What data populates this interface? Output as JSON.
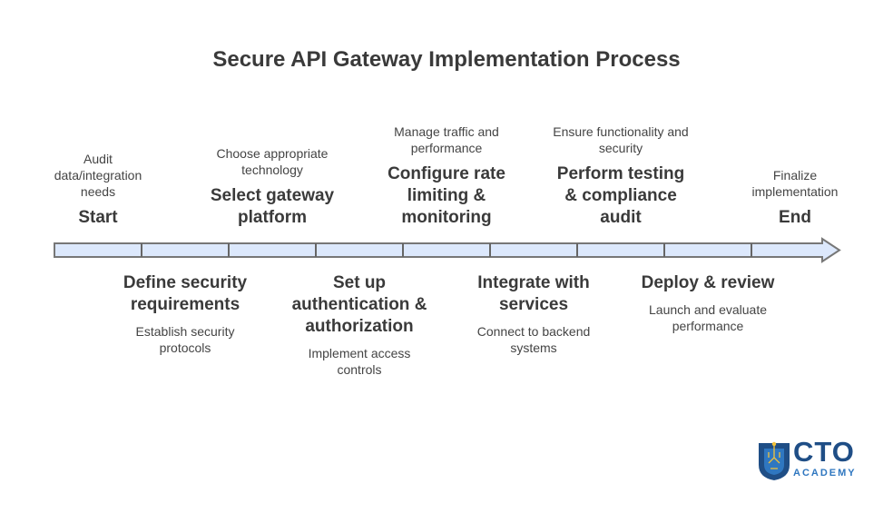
{
  "title": "Secure API Gateway Implementation Process",
  "colors": {
    "bar_fill": "#dce8fc",
    "bar_stroke": "#777777",
    "text": "#444444",
    "logo_dark": "#1f4e86",
    "logo_light": "#2f77c0"
  },
  "steps_above": [
    {
      "desc": "Audit data/integration needs",
      "head": "Start"
    },
    {
      "desc": "Choose appropriate technology",
      "head": "Select gateway platform"
    },
    {
      "desc": "Manage traffic and performance",
      "head": "Configure rate limiting & monitoring"
    },
    {
      "desc": "Ensure functionality and security",
      "head": "Perform testing & compliance audit"
    },
    {
      "desc": "Finalize implementation",
      "head": "End"
    }
  ],
  "steps_below": [
    {
      "head": "Define security requirements",
      "desc": "Establish security protocols"
    },
    {
      "head": "Set up authentication & authorization",
      "desc": "Implement access controls"
    },
    {
      "head": "Integrate with services",
      "desc": "Connect to backend systems"
    },
    {
      "head": "Deploy & review",
      "desc": "Launch and evaluate performance"
    }
  ],
  "logo": {
    "name": "CTO",
    "sub": "ACADEMY",
    "icon": "shield-circuit-icon"
  }
}
